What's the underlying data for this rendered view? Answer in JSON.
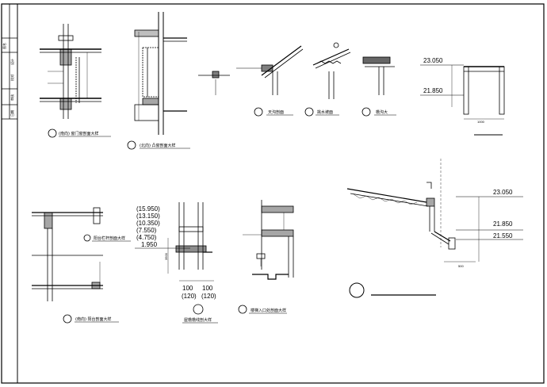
{
  "sheet": {
    "title_block_labels": [
      "图名",
      "设计",
      "校对",
      "审核",
      "日期"
    ]
  },
  "details": {
    "d1": {
      "caption": "(南向) 窗门窗剖面大样"
    },
    "d2": {
      "caption": "(北向) 凸窗剖面大样"
    },
    "d3": {
      "caption": "天沟剖面"
    },
    "d4": {
      "caption": "挑水坡面"
    },
    "d5": {
      "caption": "檐沟大"
    },
    "d6": {
      "level_top": "23.050",
      "level_bottom": "21.850",
      "dim_bottom": "1000"
    },
    "d7": {
      "caption_top": "阳台栏杆剖面大样",
      "caption_bottom": "(南向) 阳台剖面大样"
    },
    "d8": {
      "levels": [
        "(15.950)",
        "(13.150)",
        "(10.350)",
        "(7.550)",
        "(4.750)",
        "1.950"
      ],
      "dim_vertical": "3500",
      "dims_bottom": [
        "100",
        "100",
        "(120)",
        "(120)"
      ],
      "caption": "屋檐檐线剖大样"
    },
    "d9": {
      "caption": "楼梯入口处剖面大样"
    },
    "d10": {
      "levels": [
        "23.050",
        "21.850",
        "21.550"
      ],
      "dim_bottom": "500"
    }
  }
}
